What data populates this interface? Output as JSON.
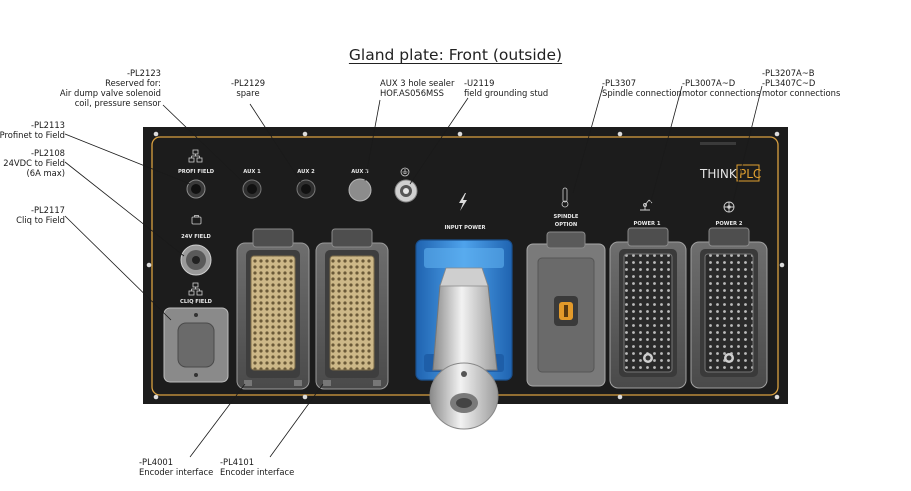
{
  "title": "Gland plate: Front (outside)",
  "callouts": {
    "pl2123": {
      "lines": [
        "-PL2123",
        "Reserved for:",
        "Air dump valve solenoid",
        "coil, pressure sensor"
      ]
    },
    "pl2129": {
      "lines": [
        "-PL2129",
        "spare"
      ]
    },
    "aux3": {
      "lines": [
        "AUX 3 hole sealer",
        "HOF.AS056MSS"
      ]
    },
    "u2119": {
      "lines": [
        "-U2119",
        "field grounding stud"
      ]
    },
    "pl3307": {
      "lines": [
        "-PL3307",
        "Spindle connection"
      ]
    },
    "pl3007": {
      "lines": [
        "-PL3007A~D",
        "motor connections"
      ]
    },
    "pl3207": {
      "lines": [
        "-PL3207A~B",
        "-PL3407C~D",
        "motor connections"
      ]
    },
    "pl2113": {
      "lines": [
        "-PL2113",
        "Profinet to Field"
      ]
    },
    "pl2108": {
      "lines": [
        "-PL2108",
        "24VDC to Field",
        "(6A max)"
      ]
    },
    "pl2117": {
      "lines": [
        "-PL2117",
        "Cliq to Field"
      ]
    },
    "pl4001": {
      "lines": [
        "-PL4001",
        "Encoder interface"
      ]
    },
    "pl4101": {
      "lines": [
        "-PL4101",
        "Encoder interface"
      ]
    }
  },
  "plate_labels": {
    "profi_field": "PROFI FIELD",
    "aux1": "AUX 1",
    "aux2": "AUX 2",
    "aux3": "AUX 3",
    "field_24v": "24V FIELD",
    "cliq_field": "CLIQ FIELD",
    "input_power": "INPUT POWER",
    "spindle_line1": "SPINDLE",
    "spindle_line2": "OPTION",
    "power1": "POWER 1",
    "power2": "POWER 2",
    "logo_think": "THINK",
    "logo_plc": "PLC"
  },
  "colors": {
    "plate": "#1c1c1c",
    "border_line": "#d9a040",
    "logo_accent": "#e0a030",
    "connector_body": "#5a5a5a",
    "input_power_blue": "#2f86d6",
    "insert_tan": "#cdb888"
  },
  "icons": [
    "network-icon",
    "battery-icon",
    "ground-icon",
    "lightning-icon",
    "thermometer-icon",
    "robot-arm-icon",
    "fan-icon"
  ]
}
